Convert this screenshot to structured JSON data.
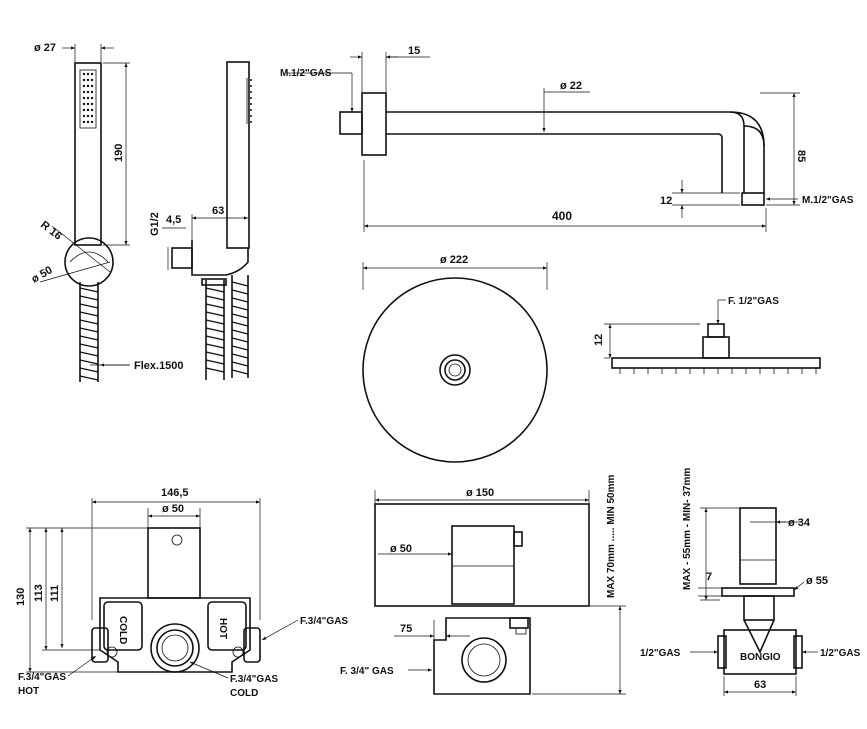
{
  "hand_shower": {
    "dia_27": "ø 27",
    "len_190": "190",
    "r16": "R 16",
    "dia_50": "ø 50",
    "flex": "Flex.1500",
    "g12": "G1/2",
    "d45": "4,5",
    "d63": "63"
  },
  "shower_arm": {
    "m12_left": "M.1/2\"GAS",
    "d15": "15",
    "dia22": "ø 22",
    "d85": "85",
    "d12": "12",
    "m12_right": "M.1/2\"GAS",
    "d400": "400"
  },
  "head_top": {
    "dia222": "ø 222"
  },
  "head_side": {
    "f12": "F. 1/2\"GAS",
    "d12": "12"
  },
  "mixer_body": {
    "d146": "146,5",
    "dia50": "ø 50",
    "d130": "130",
    "d113": "113",
    "d111": "111",
    "f34_right": "F.3/4\"GAS",
    "f34_hot_l1": "F.3/4\"GAS",
    "f34_hot_l2": "HOT",
    "f34_cold_l1": "F.3/4\"GAS",
    "f34_cold_l2": "COLD",
    "cold": "COLD",
    "hot": "HOT"
  },
  "thermo_plate": {
    "dia150": "ø 150",
    "dia50": "ø 50",
    "minmax": "MAX 70mm ..... MIN 50mm",
    "d75": "75",
    "f34": "F. 3/4\" GAS"
  },
  "diverter": {
    "minmax": "MAX - 55mm - MIN- 37mm",
    "dia34": "ø 34",
    "d7": "7",
    "dia55": "ø 55",
    "g12_left": "1/2\"GAS",
    "g12_right": "1/2\"GAS",
    "brand": "BONGIO",
    "d63": "63"
  }
}
